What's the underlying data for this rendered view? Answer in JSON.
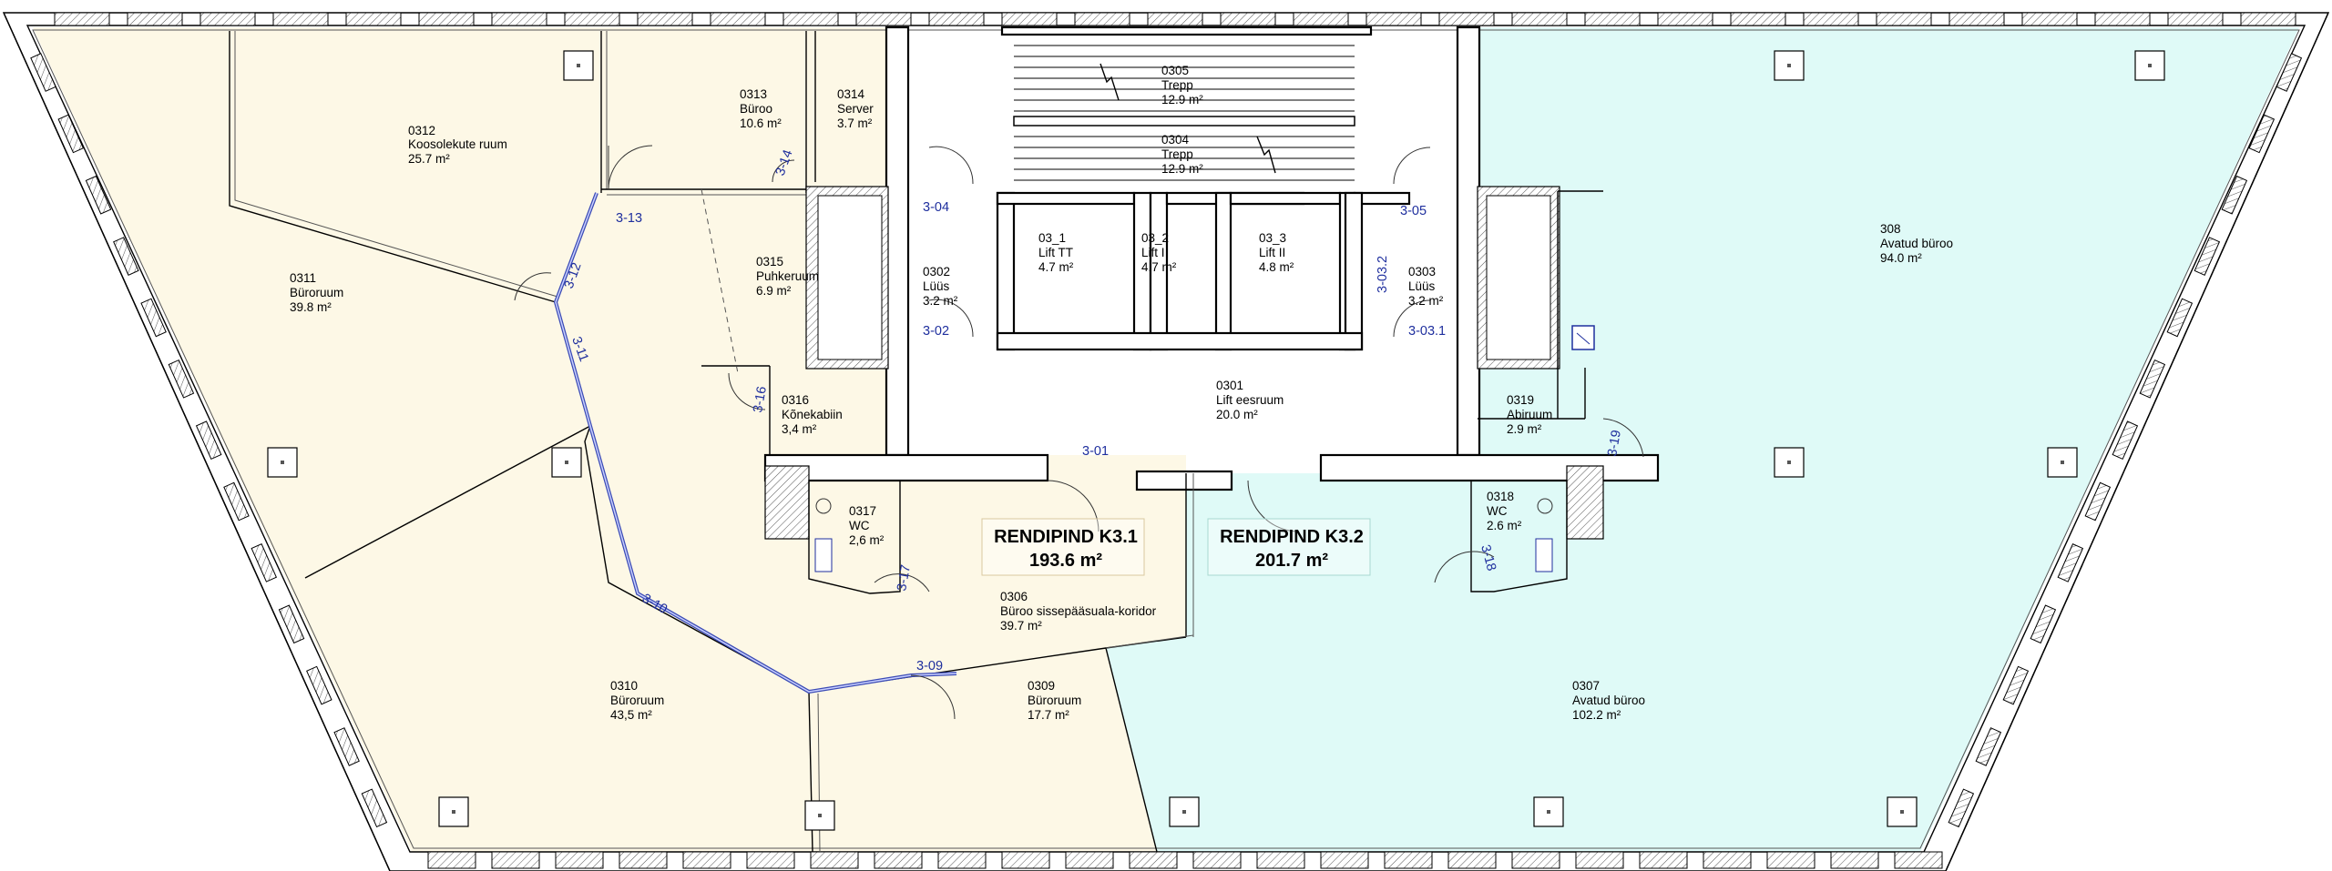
{
  "rooms": [
    {
      "id": "r0312",
      "number": "0312",
      "name": "Koosolekute ruum",
      "area": "25.7 m²"
    },
    {
      "id": "r0313",
      "number": "0313",
      "name": "Büroo",
      "area": "10.6 m²"
    },
    {
      "id": "r0314",
      "number": "0314",
      "name": "Server",
      "area": "3.7 m²"
    },
    {
      "id": "r0305",
      "number": "0305",
      "name": "Trepp",
      "area": "12.9 m²"
    },
    {
      "id": "r0304",
      "number": "0304",
      "name": "Trepp",
      "area": "12.9 m²"
    },
    {
      "id": "r0311",
      "number": "0311",
      "name": "Büroruum",
      "area": "39.8 m²"
    },
    {
      "id": "r0315",
      "number": "0315",
      "name": "Puhkeruum",
      "area": "6.9 m²"
    },
    {
      "id": "r0302",
      "number": "0302",
      "name": "Lüüs",
      "area": "3.2 m²"
    },
    {
      "id": "r03_1",
      "number": "03_1",
      "name": "Lift TT",
      "area": "4.7 m²"
    },
    {
      "id": "r03_2",
      "number": "03_2",
      "name": "Lift I",
      "area": "4.7 m²"
    },
    {
      "id": "r03_3",
      "number": "03_3",
      "name": "Lift II",
      "area": "4.8 m²"
    },
    {
      "id": "r0303",
      "number": "0303",
      "name": "Lüüs",
      "area": "3.2 m²"
    },
    {
      "id": "r308",
      "number": "308",
      "name": "Avatud büroo",
      "area": "94.0 m²"
    },
    {
      "id": "r0316",
      "number": "0316",
      "name": "Kõnekabiin",
      "area": "3,4 m²"
    },
    {
      "id": "r0301",
      "number": "0301",
      "name": "Lift eesruum",
      "area": "20.0 m²"
    },
    {
      "id": "r0319",
      "number": "0319",
      "name": "Abiruum",
      "area": "2.9 m²"
    },
    {
      "id": "r0317",
      "number": "0317",
      "name": "WC",
      "area": "2,6 m²"
    },
    {
      "id": "r0318",
      "number": "0318",
      "name": "WC",
      "area": "2.6 m²"
    },
    {
      "id": "r0306",
      "number": "0306",
      "name": "Büroo sissepääsuala-koridor",
      "area": "39.7 m²"
    },
    {
      "id": "r0310",
      "number": "0310",
      "name": "Büroruum",
      "area": "43,5 m²"
    },
    {
      "id": "r0309",
      "number": "0309",
      "name": "Büroruum",
      "area": "17.7 m²"
    },
    {
      "id": "r0307",
      "number": "0307",
      "name": "Avatud büroo",
      "area": "102.2 m²"
    }
  ],
  "rental_areas": [
    {
      "id": "k31",
      "title": "RENDIPIND K3.1",
      "area": "193.6 m²",
      "color": "#fdf8e6"
    },
    {
      "id": "k32",
      "title": "RENDIPIND K3.2",
      "area": "201.7 m²",
      "color": "#dffaf7"
    }
  ],
  "doors": [
    "3-14",
    "3-13",
    "3-12",
    "3-11",
    "3-04",
    "3-02",
    "3-05",
    "3-03.2",
    "3-03.1",
    "3-16",
    "3-01",
    "3-19",
    "3-17",
    "3-18",
    "3-10",
    "3-09"
  ],
  "colors": {
    "tenant_k31": "#fdf8e6",
    "tenant_k32": "#dffaf7",
    "door_label": "#1f2f9e",
    "glass_wall": "#3b4bb5"
  }
}
